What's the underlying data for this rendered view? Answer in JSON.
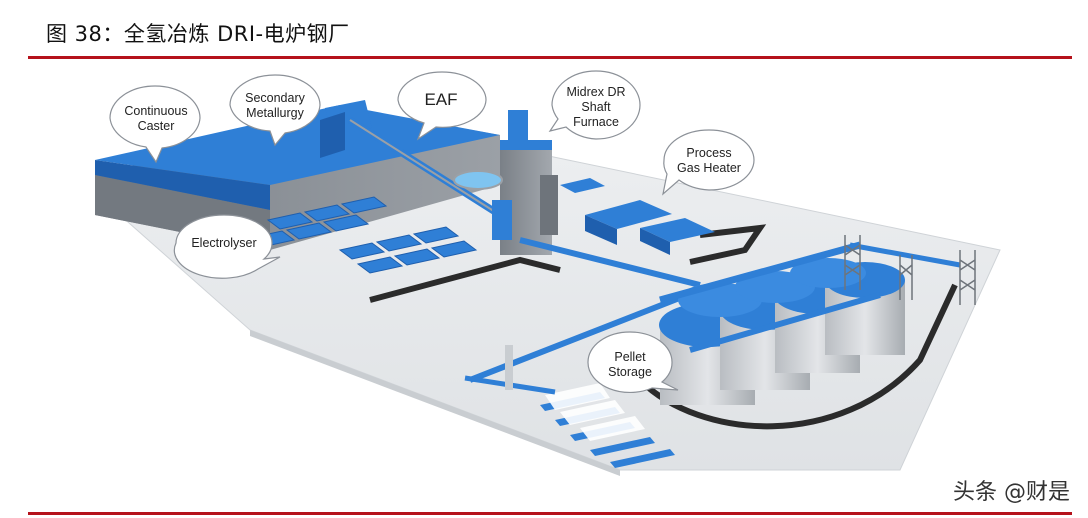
{
  "figure": {
    "title": "图 38：全氢冶炼 DRI-电炉钢厂",
    "watermark": "头条 @财是"
  },
  "callouts": [
    {
      "id": "continuous-caster",
      "lines": [
        "Continuous",
        "Caster"
      ]
    },
    {
      "id": "secondary-metallurgy",
      "lines": [
        "Secondary",
        "Metallurgy"
      ]
    },
    {
      "id": "eaf",
      "lines": [
        "EAF"
      ]
    },
    {
      "id": "midrex",
      "lines": [
        "Midrex DR",
        "Shaft",
        "Furnace"
      ]
    },
    {
      "id": "process-gas-heater",
      "lines": [
        "Process",
        "Gas Heater"
      ]
    },
    {
      "id": "electrolyser",
      "lines": [
        "Electrolyser"
      ]
    },
    {
      "id": "pellet-storage",
      "lines": [
        "Pellet",
        "Storage"
      ]
    }
  ],
  "colors": {
    "accent_red": "#b5121b",
    "plant_blue": "#2f7fd6",
    "plant_blue_dark": "#1f5fae",
    "building_grey": "#8c9198",
    "ground": "#e6e8ea",
    "road": "#2b2b2b"
  }
}
